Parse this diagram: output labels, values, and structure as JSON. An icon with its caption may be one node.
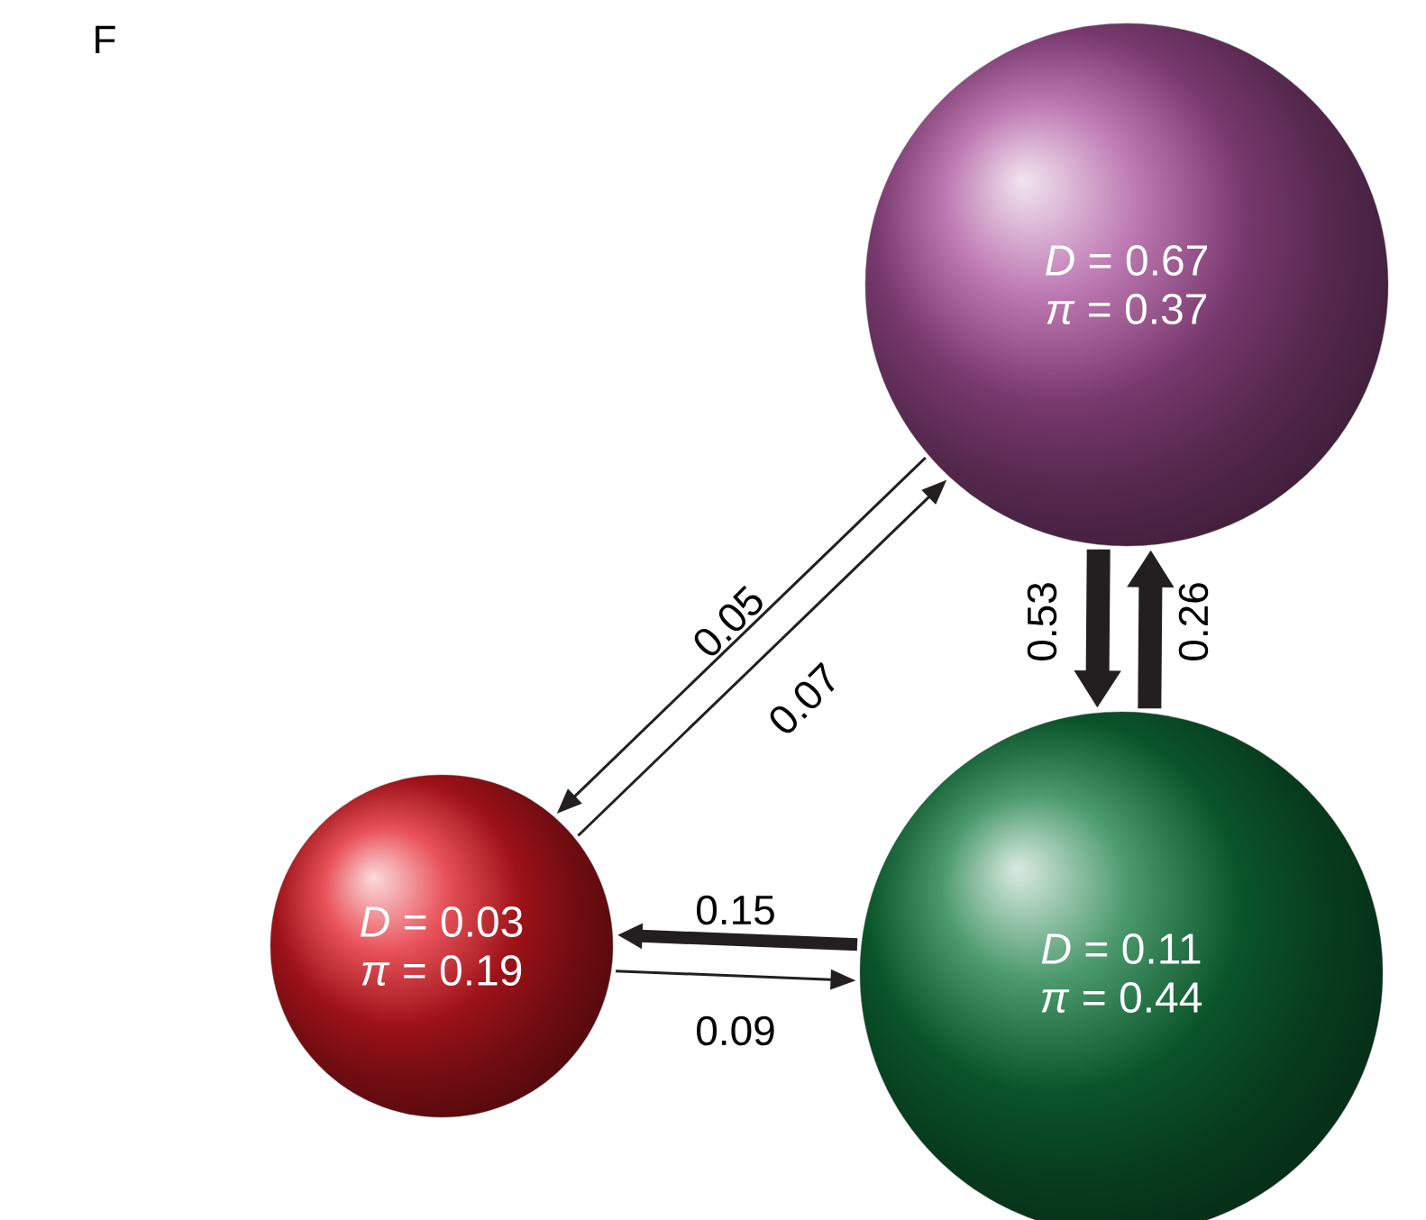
{
  "diagram": {
    "nodes": [
      {
        "text": [
          "*D* = 0.67",
          "*π* = 0.37"
        ]
      },
      {
        "text": [
          "*D* = 0.03",
          "*π* = 0.19"
        ]
      },
      {
        "text": [
          "*D* = 0.11",
          "*π* = 0.44"
        ]
      }
    ],
    "edges": [
      {
        "from": 0,
        "to": 1,
        "arrow": "to",
        "label": "0.05"
      },
      {
        "from": 1,
        "to": 0,
        "arrow": "to",
        "label": "0.07"
      },
      {
        "from": 0,
        "to": 2,
        "arrow": "to",
        "label": "0.53",
        "style": "thick"
      },
      {
        "from": 2,
        "to": 0,
        "arrow": "to",
        "label": "0.26",
        "style": "thick"
      },
      {
        "from": 2,
        "to": 1,
        "arrow": "to",
        "label": "0.15",
        "style": "thick"
      },
      {
        "from": 1,
        "to": 2,
        "arrow": "to",
        "label": "0.09"
      }
    ],
    "labels": [
      "F"
    ]
  }
}
